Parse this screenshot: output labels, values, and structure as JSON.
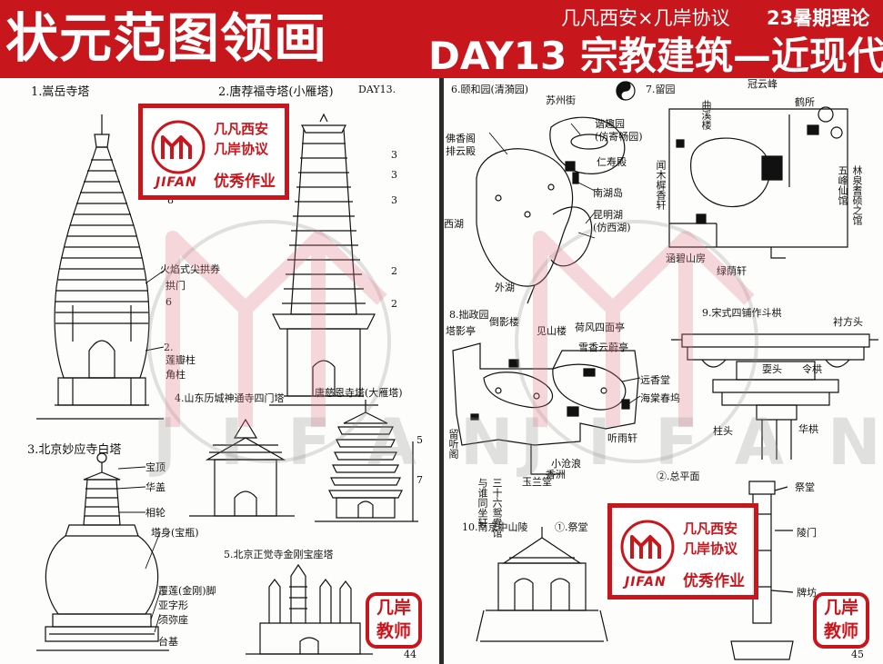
{
  "banner": {
    "main_title": "状元范图领画",
    "subtitle": "几凡西安×几岸协议",
    "term": "23暑期理论",
    "day_title": "DAY13 宗教建筑—近现代"
  },
  "left_page": {
    "sketch1_label": "1.嵩岳寺塔",
    "sketch2_label": "2.唐荐福寺塔(小雁塔)",
    "top_mark": "DAY13.",
    "annot_huoyan": "火焰式尖拱券",
    "annot_gongmen": "拱门",
    "annot_lianban": "莲瓣柱",
    "annot_jiaozhu": "角柱",
    "count_6": "6",
    "count_2": "2.",
    "count_8": "8",
    "right_counts": [
      "3",
      "3",
      "3",
      "2",
      "2"
    ],
    "sketch4_label": "4.山东历城神通寺四门塔",
    "sketch_dayan_label": "唐慈恩寺塔(大雁塔)",
    "sketch3_label": "3.北京妙应寺白塔",
    "annot_baoding": "宝顶",
    "annot_huagai": "华盖",
    "annot_xianglun": "相轮",
    "annot_tashen": "塔身(宝瓶)",
    "annot_lianban_jiaojiao": "覆莲(金刚)脚",
    "annot_yazixing": "亚字形",
    "annot_xumizuo": "须弥座",
    "annot_jizuo": "台基",
    "sketch5_label": "5.北京正觉寺金刚宝座塔",
    "scale_marks": [
      "5",
      "7"
    ],
    "page_num": "44"
  },
  "right_page": {
    "sketch6_label": "6.颐和园(清漪园)",
    "sketch7_label": "7.留园",
    "annot_suzhoujie": "苏州街",
    "annot_jiaxiu": "佛香阁",
    "annot_paiyun": "排云殿",
    "annot_xiequyuan": "谐趣园",
    "annot_xiequ_sub": "(仿寄畅园)",
    "annot_renshou": "仁寿殿",
    "annot_nanhu": "南湖岛",
    "annot_kunming": "昆明湖",
    "annot_kunming_sub": "(仿西湖)",
    "annot_xihu": "西湖",
    "annot_waihu": "外湖",
    "annot_liuyuan_a": "冠云峰",
    "annot_liuyuan_b": "林泉耆硕之馆",
    "annot_liuyuan_c": "五峰仙馆",
    "annot_liuyuan_d": "涵碧山房",
    "annot_liuyuan_e": "绿荫轩",
    "annot_liuyuan_f": "闻木樨香轩",
    "annot_liuyuan_g": "曲溪楼",
    "annot_liuyuan_h": "鹤所",
    "sketch8_label": "8.拙政园",
    "annot_zz_a": "倒影楼",
    "annot_zz_b": "见山楼",
    "annot_zz_c": "荷风四面亭",
    "annot_zz_d": "雪香云蔚亭",
    "annot_zz_e": "远香堂",
    "annot_zz_f": "海棠春坞",
    "annot_zz_g": "听雨轩",
    "annot_zz_h": "留听阁",
    "annot_zz_i": "三十六鸳鸯馆",
    "annot_zz_j": "与谁同坐轩",
    "annot_zz_k": "玉兰堂",
    "annot_zz_l": "小沧浪",
    "annot_zz_m": "香洲",
    "annot_zz_n": "塔影亭",
    "sketch9_label": "9.宋式四铺作斗栱",
    "annot_dou_a": "耍头",
    "annot_dou_b": "令栱",
    "annot_dou_c": "华栱",
    "annot_dou_d": "柱头",
    "annot_dou_e": "衬方头",
    "sketch10_label": "10.南京中山陵",
    "annot_jitang": "①.祭堂",
    "annot_zongpingmian": "②.总平面",
    "annot_jitang2": "祭堂",
    "annot_lingmen": "陵门",
    "annot_paifang": "牌坊",
    "page_num": "45"
  },
  "stamp": {
    "line1": "几凡西安",
    "line2": "几岸协议",
    "line3": "优秀作业",
    "brand": "JIFAN"
  },
  "teacher_badge": {
    "line1": "几岸",
    "line2": "教师"
  },
  "watermark": {
    "letters": "JIFAN"
  },
  "colors": {
    "brand_red": "#c8161d",
    "ink": "#111111",
    "paper": "#fdfdfb"
  }
}
